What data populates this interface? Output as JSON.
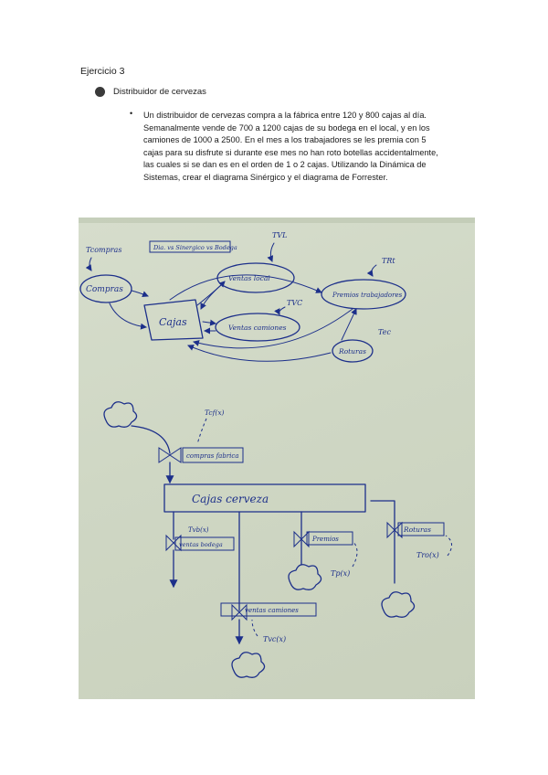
{
  "exercise_title": "Ejercicio 3",
  "section_label": "Distribuidor de cervezas",
  "sub_bullet_symbol": "•",
  "paragraph_lines": [
    "Un distribuidor de cervezas compra a la fábrica entre 120 y 800 cajas al día.",
    "Semanalmente vende de 700 a 1200 cajas de su bodega en el local, y en los",
    "camiones de 1000 a 2500. En el mes a los trabajadores se les premia con 5",
    "cajas para su disfrute si durante ese mes no han roto botellas accidentalmente,",
    "las cuales si se dan es en el orden de 1 o 2 cajas. Utilizando la Dinámica de",
    "Sistemas, crear el diagrama Sinérgico y el diagrama de Forrester."
  ],
  "colors": {
    "ink": "#1c2f8a",
    "paper": "#d2d9c8",
    "text": "#1a1a1a"
  },
  "causal_diagram": {
    "title_box": "Dia. vs Sinergico vs Bodega",
    "t_compras": "Tcompras",
    "t_vl": "TVL",
    "t_vc": "TVC",
    "t_ec": "Tec",
    "t_rt": "TRt",
    "nodes": {
      "compras": "Compras",
      "cajas": "Cajas",
      "ventas_local": "Ventas local",
      "ventas_camiones": "Ventas camiones",
      "premios": "Premios trabajadores",
      "roturas": "Roturas"
    }
  },
  "forrester_diagram": {
    "stock": "Cajas cerveza",
    "compras_flow": "compras fabrica",
    "ventas_bodega": "ventas bodega",
    "premios_flow": "Premios",
    "roturas_flow": "Roturas",
    "ventas_camiones": "ventas camiones",
    "t_cf": "Tcf(x)",
    "t_vb": "Tvb(x)",
    "t_p": "Tp(x)",
    "t_r": "Tro(x)",
    "t_vc": "Tvc(x)"
  }
}
